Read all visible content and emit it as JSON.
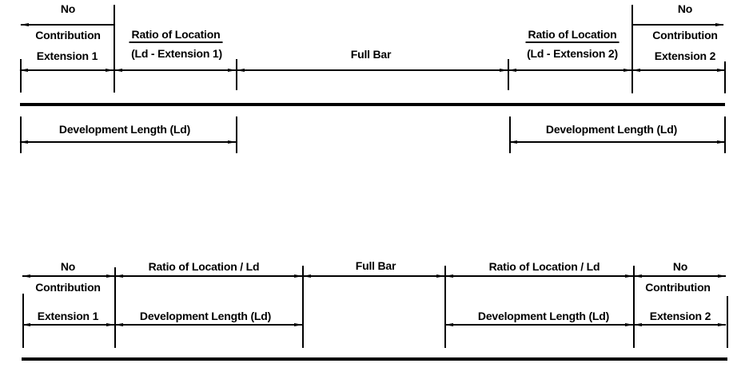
{
  "colors": {
    "ink": "#000000",
    "background": "#ffffff"
  },
  "top_diagram": {
    "no_left": "No",
    "contribution_left": "Contribution",
    "extension_left": "Extension 1",
    "ratio_left_title": "Ratio of Location",
    "ratio_left_sub": "(Ld - Extension 1)",
    "full_bar": "Full Bar",
    "ratio_right_title": "Ratio of Location",
    "ratio_right_sub": "(Ld - Extension 2)",
    "no_right": "No",
    "contribution_right": "Contribution",
    "extension_right": "Extension 2",
    "dev_length_left": "Development Length (Ld)",
    "dev_length_right": "Development Length (Ld)"
  },
  "bottom_diagram": {
    "no_left": "No",
    "contribution_left": "Contribution",
    "extension_left": "Extension 1",
    "ratio_left": "Ratio of Location / Ld",
    "dev_length_left": "Development Length (Ld)",
    "full_bar": "Full Bar",
    "ratio_right": "Ratio of Location / Ld",
    "dev_length_right": "Development Length (Ld)",
    "no_right": "No",
    "contribution_right": "Contribution",
    "extension_right": "Extension 2"
  }
}
